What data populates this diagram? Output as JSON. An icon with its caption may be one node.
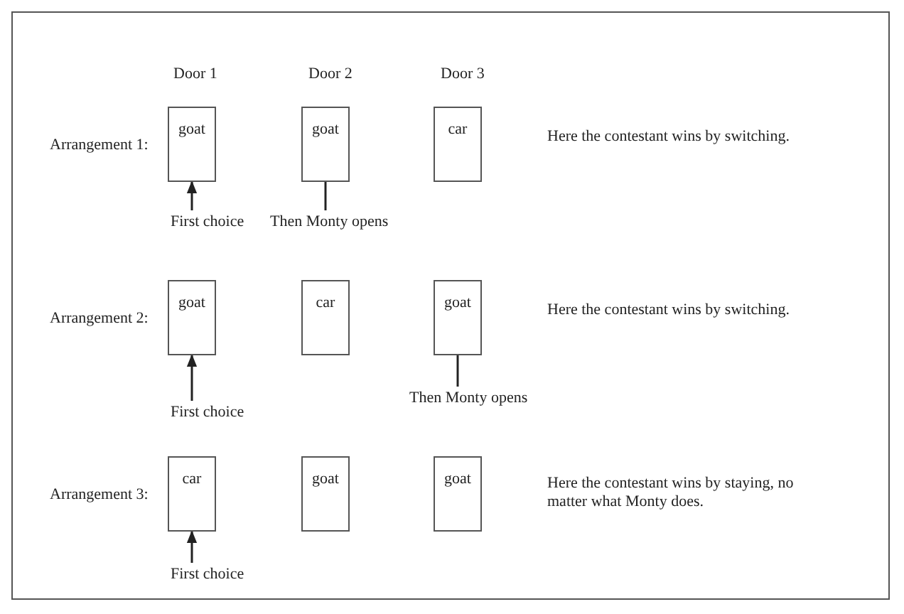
{
  "diagram": {
    "nodes": [
      {
        "text": [
          "goat"
        ]
      },
      {
        "text": [
          "goat"
        ]
      },
      {
        "text": [
          "car"
        ]
      },
      {
        "text": [
          "First choice"
        ]
      },
      {
        "text": [
          "Then Monty opens"
        ]
      },
      {
        "text": [
          "goat"
        ]
      },
      {
        "text": [
          "car"
        ]
      },
      {
        "text": [
          "goat"
        ]
      },
      {
        "text": [
          "First choice"
        ]
      },
      {
        "text": [
          "Then Monty opens"
        ]
      },
      {
        "text": [
          "car"
        ]
      },
      {
        "text": [
          "goat"
        ]
      },
      {
        "text": [
          "goat"
        ]
      },
      {
        "text": [
          "First choice"
        ]
      }
    ],
    "edges": [
      {
        "from": 3,
        "to": 0,
        "arrow": "to"
      },
      {
        "from": 4,
        "to": 1,
        "arrow": "none"
      },
      {
        "from": 8,
        "to": 5,
        "arrow": "to"
      },
      {
        "from": 9,
        "to": 7,
        "arrow": "none"
      },
      {
        "from": 13,
        "to": 10,
        "arrow": "to"
      }
    ],
    "labels": [
      "Door 1",
      "Door 2",
      "Door 3",
      "Arrangement 1:",
      "Here the contestant wins by switching.",
      "Arrangement 2:",
      "Here the contestant wins by switching.",
      "Arrangement 3:",
      "Here the contestant wins by staying, no matter what Monty does."
    ]
  }
}
